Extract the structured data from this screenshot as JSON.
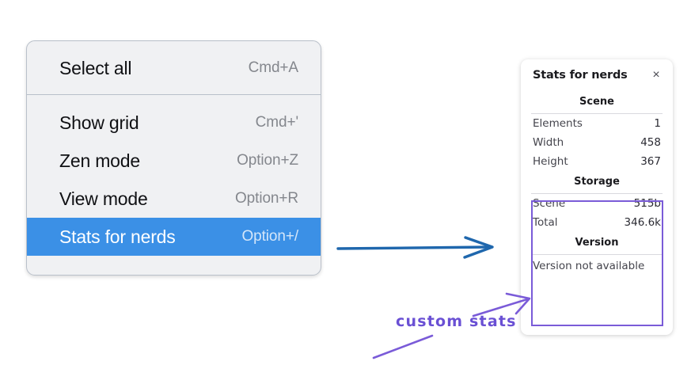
{
  "context_menu": {
    "groups": [
      {
        "items": [
          {
            "label": "Select all",
            "shortcut": "Cmd+A",
            "selected": false
          }
        ]
      },
      {
        "items": [
          {
            "label": "Show grid",
            "shortcut": "Cmd+'",
            "selected": false
          },
          {
            "label": "Zen mode",
            "shortcut": "Option+Z",
            "selected": false
          },
          {
            "label": "View mode",
            "shortcut": "Option+R",
            "selected": false
          },
          {
            "label": "Stats for nerds",
            "shortcut": "Option+/",
            "selected": true
          }
        ]
      }
    ],
    "highlight_color": "#3b90e6",
    "background_color": "#f0f1f3"
  },
  "stats_panel": {
    "title": "Stats for nerds",
    "close_icon": "×",
    "sections": [
      {
        "name": "Scene",
        "heading": "Scene",
        "rows": [
          {
            "label": "Elements",
            "value": "1"
          },
          {
            "label": "Width",
            "value": "458"
          },
          {
            "label": "Height",
            "value": "367"
          }
        ]
      },
      {
        "name": "Storage",
        "heading": "Storage",
        "rows": [
          {
            "label": "Scene",
            "value": "515b"
          },
          {
            "label": "Total",
            "value": "346.6k"
          }
        ]
      },
      {
        "name": "Version",
        "heading": "Version",
        "note": "Version not available"
      }
    ],
    "highlight_box_color": "#7a5bd8"
  },
  "annotations": {
    "caption": "custom stats",
    "caption_color": "#6a50d4",
    "blue_arrow_color": "#1f67ad",
    "purple_arrow_color": "#7a5bd8"
  }
}
